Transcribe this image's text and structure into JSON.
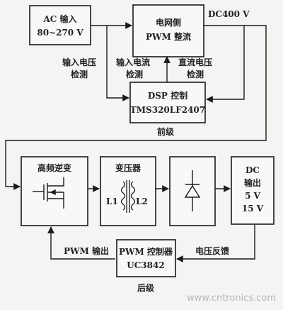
{
  "blocks": {
    "ac_input": [
      "AC 输入",
      "80~270 V"
    ],
    "pwm_rectifier": [
      "电网侧",
      "PWM 整流"
    ],
    "dsp": [
      "DSP 控制",
      "TMS320LF2407"
    ],
    "hf_inverter": "高频逆变",
    "transformer": "变压器",
    "transformer_coils": [
      "L1",
      "L2"
    ],
    "dc_output": [
      "DC",
      "输出",
      "5 V",
      "15 V"
    ],
    "pwm_controller": [
      "PWM 控制器",
      "UC3842"
    ]
  },
  "labels": {
    "dc400": "DC400 V",
    "input_voltage": [
      "输入电压",
      "检测"
    ],
    "input_current": [
      "输入电流",
      "检测"
    ],
    "dc_voltage": [
      "直流电压",
      "检测"
    ],
    "front_stage": "前级",
    "rear_stage": "后级",
    "pwm_output": "PWM 输出",
    "voltage_feedback": "电压反馈"
  },
  "watermark": "www.cntronics.com"
}
